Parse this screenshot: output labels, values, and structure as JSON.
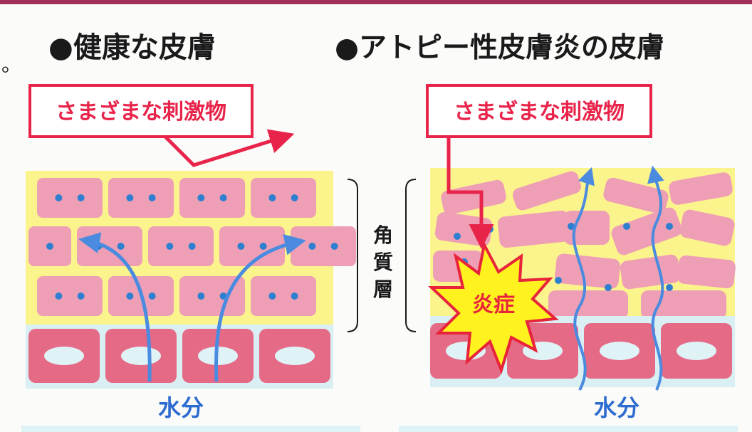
{
  "colors": {
    "top_rule": "#a0305a",
    "heading_text": "#1a1a1a",
    "red_outline": "#e8244a",
    "cell_pink": "#ee9fb5",
    "cell_dot": "#2f7fd1",
    "matrix_yellow": "#fbf48c",
    "basal_pink": "#e56a86",
    "basal_nucleus": "#dff3f7",
    "base_band": "#d9eff3",
    "arrow_blue": "#4a8be0",
    "water_label": "#2c6bcf",
    "burst_yellow": "#fff21f",
    "burst_red": "#e8243a"
  },
  "left_panel": {
    "heading": "●健康な皮膚",
    "stimulus_label": "さまざまな刺激物",
    "water_label": "水分"
  },
  "right_panel": {
    "heading": "●アトピー性皮膚炎の皮膚",
    "stimulus_label": "さまざまな刺激物",
    "inflammation_label": "炎症",
    "water_label": "水分"
  },
  "middle": {
    "layer_label": "角質層",
    "layer_label_chars": [
      "角",
      "質",
      "層"
    ]
  },
  "fragments": {
    "left_edge_mark": "。"
  }
}
